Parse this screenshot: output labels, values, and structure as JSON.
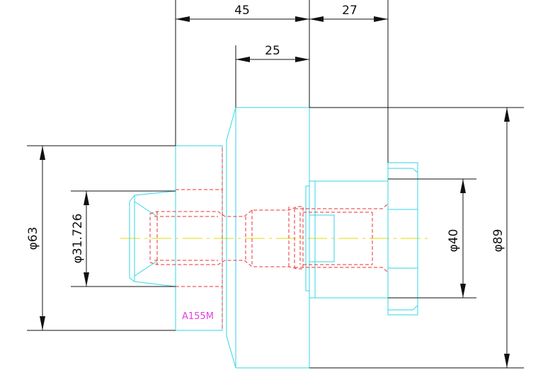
{
  "drawing": {
    "part_label": "A155M",
    "dimensions": {
      "length_45": "45",
      "length_27": "27",
      "length_25": "25",
      "dia_63": "φ63",
      "dia_31726": "φ31.726",
      "dia_40": "φ40",
      "dia_89": "φ89"
    }
  },
  "colors": {
    "visible_outline": "#33d6e6",
    "hidden_outline": "#ee3030",
    "center_line": "#e6d800",
    "dimension": "#111111",
    "part_label": "#e040e0"
  }
}
